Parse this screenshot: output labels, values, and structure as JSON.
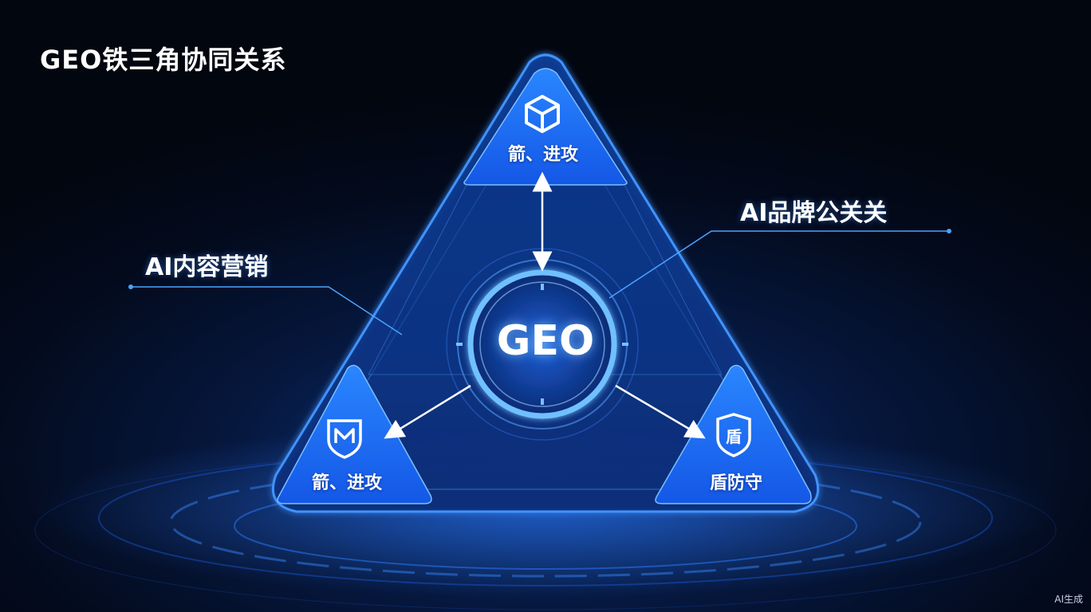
{
  "title": "GEO铁三角协同关系",
  "center": {
    "label": "GEO"
  },
  "side_labels": {
    "left": "AI内容营销",
    "right": "AI品牌公关关"
  },
  "corners": {
    "top": {
      "label": "箭、进攻",
      "icon": "cube-icon"
    },
    "left": {
      "label": "箭、进攻",
      "icon": "shield-m-icon"
    },
    "right": {
      "label": "盾防守",
      "icon": "shield-dun-icon"
    }
  },
  "shield_glyph": "盾",
  "watermark": "AI生成",
  "colors": {
    "background": "#030a1c",
    "accent": "#1e7bff",
    "corner_fill": "#1669ff",
    "glow": "#6fb4ff"
  }
}
